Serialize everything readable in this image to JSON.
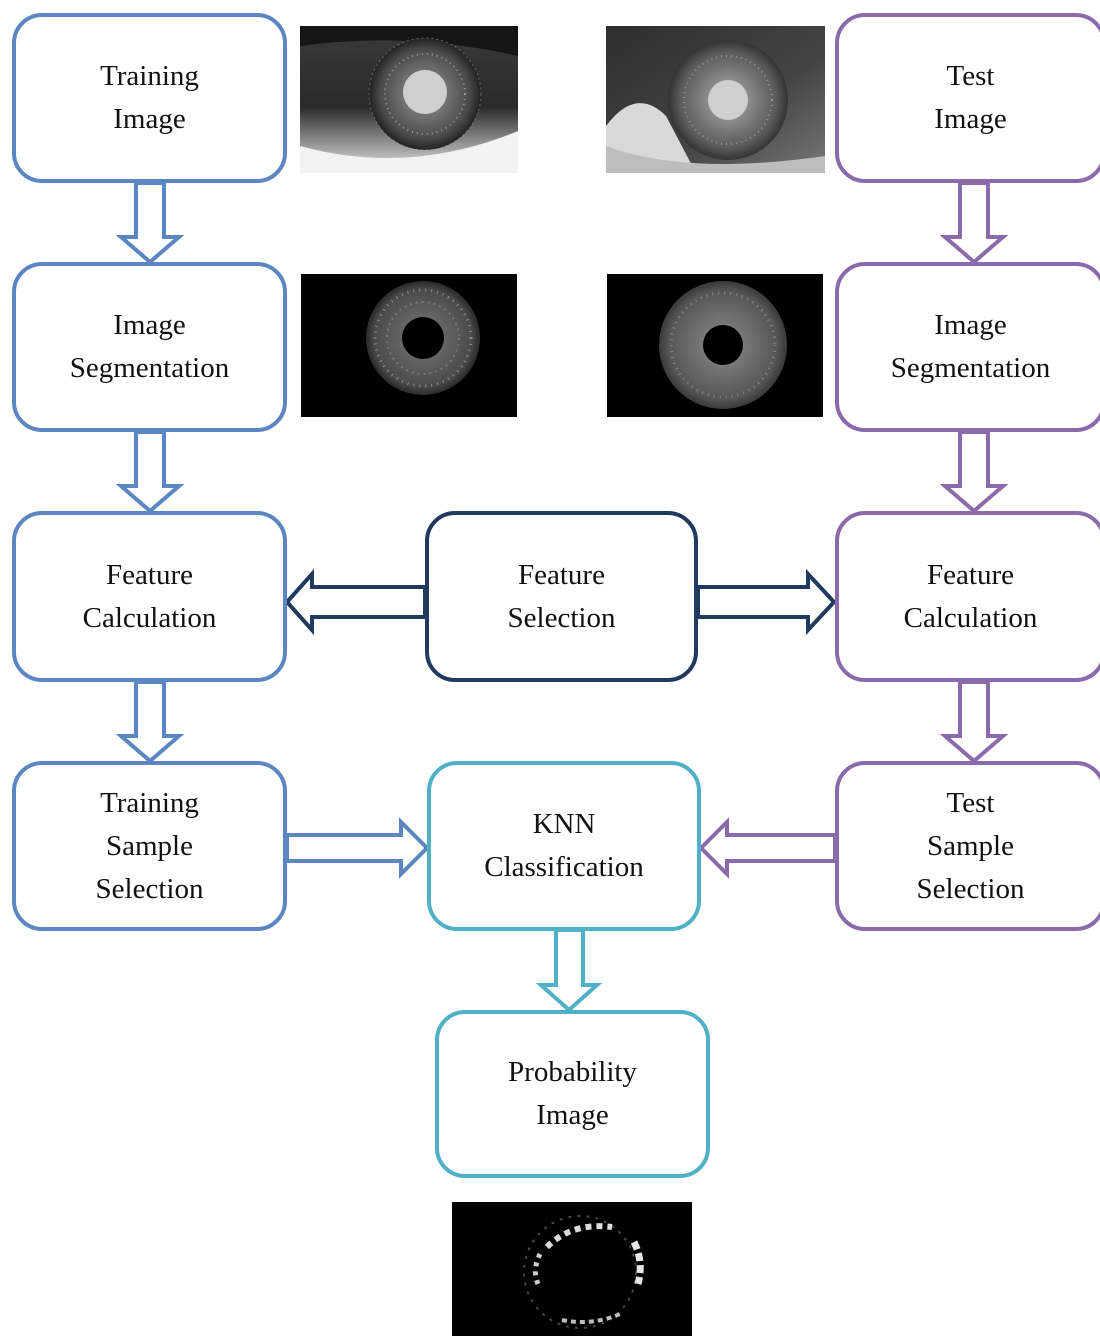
{
  "colors": {
    "training": "#5b86c2",
    "test": "#8a6aab",
    "selection": "#1f3a5c",
    "classification": "#4fb0c8"
  },
  "boxes": {
    "training_image": "Training\nImage",
    "train_segmentation": "Image\nSegmentation",
    "train_feature_calc": "Feature\nCalculation",
    "training_sample_selection": "Training\nSample\nSelection",
    "test_image": "Test\nImage",
    "test_segmentation": "Image\nSegmentation",
    "test_feature_calc": "Feature\nCalculation",
    "test_sample_selection": "Test\nSample\nSelection",
    "feature_selection": "Feature\nSelection",
    "knn_classification": "KNN\nClassification",
    "probability_image": "Probability\nImage"
  },
  "images": [
    "training-eye-photo",
    "test-eye-photo",
    "training-segmented-iris",
    "test-segmented-iris",
    "probability-map"
  ]
}
